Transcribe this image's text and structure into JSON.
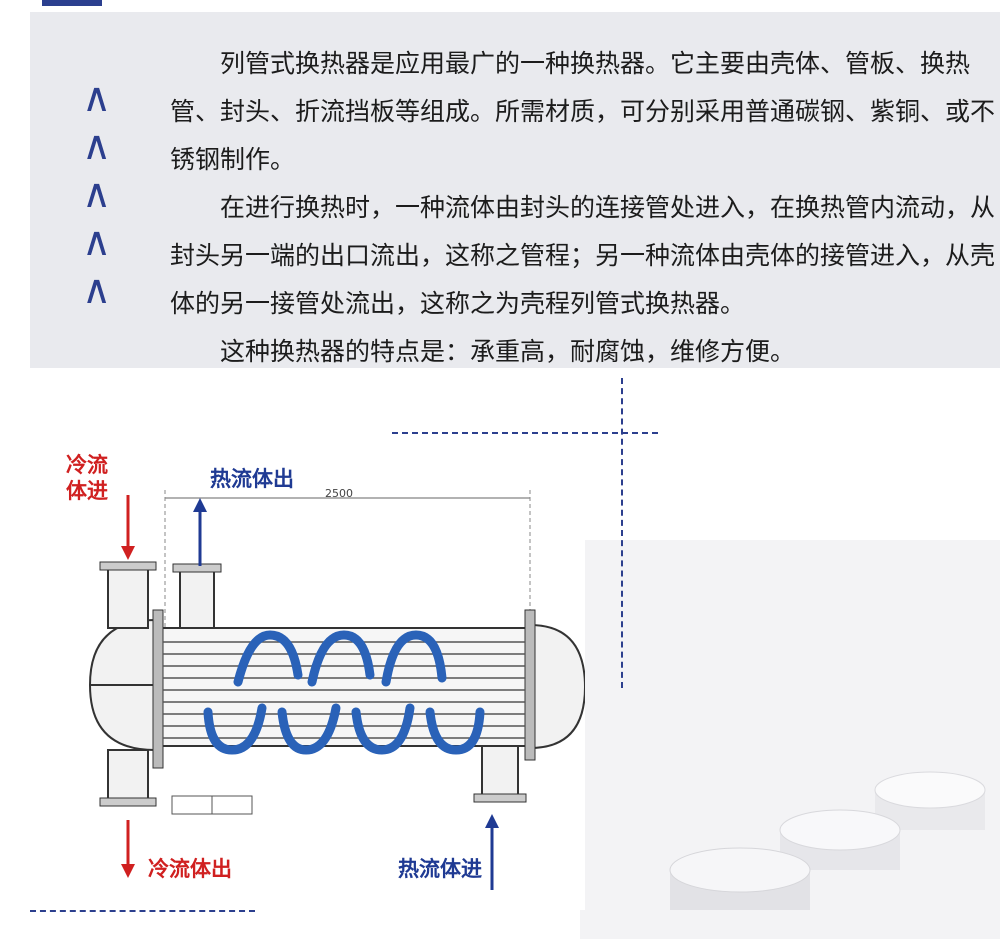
{
  "paragraphs": {
    "p1": "列管式换热器是应用最广的一种换热器。它主要由壳体、管板、换热管、封头、折流挡板等组成。所需材质，可分别采用普通碳钢、紫铜、或不锈钢制作。",
    "p2": "在进行换热时，一种流体由封头的连接管处进入，在换热管内流动，从封头另一端的出口流出，这称之管程；另一种流体由壳体的接管进入，从壳体的另一接管处流出，这称之为壳程列管式换热器。",
    "p3": "这种换热器的特点是：承重高，耐腐蚀，维修方便。"
  },
  "chevron_glyph": "∧",
  "diagram_labels": {
    "cold_in": "冷流体进",
    "hot_out": "热流体出",
    "cold_out": "冷流体出",
    "hot_in": "热流体进",
    "length": "2500"
  },
  "colors": {
    "accent_blue": "#2c3f8e",
    "label_red": "#d02020",
    "label_blue": "#1f3a93",
    "flow_arrow": "#2a62b8"
  }
}
